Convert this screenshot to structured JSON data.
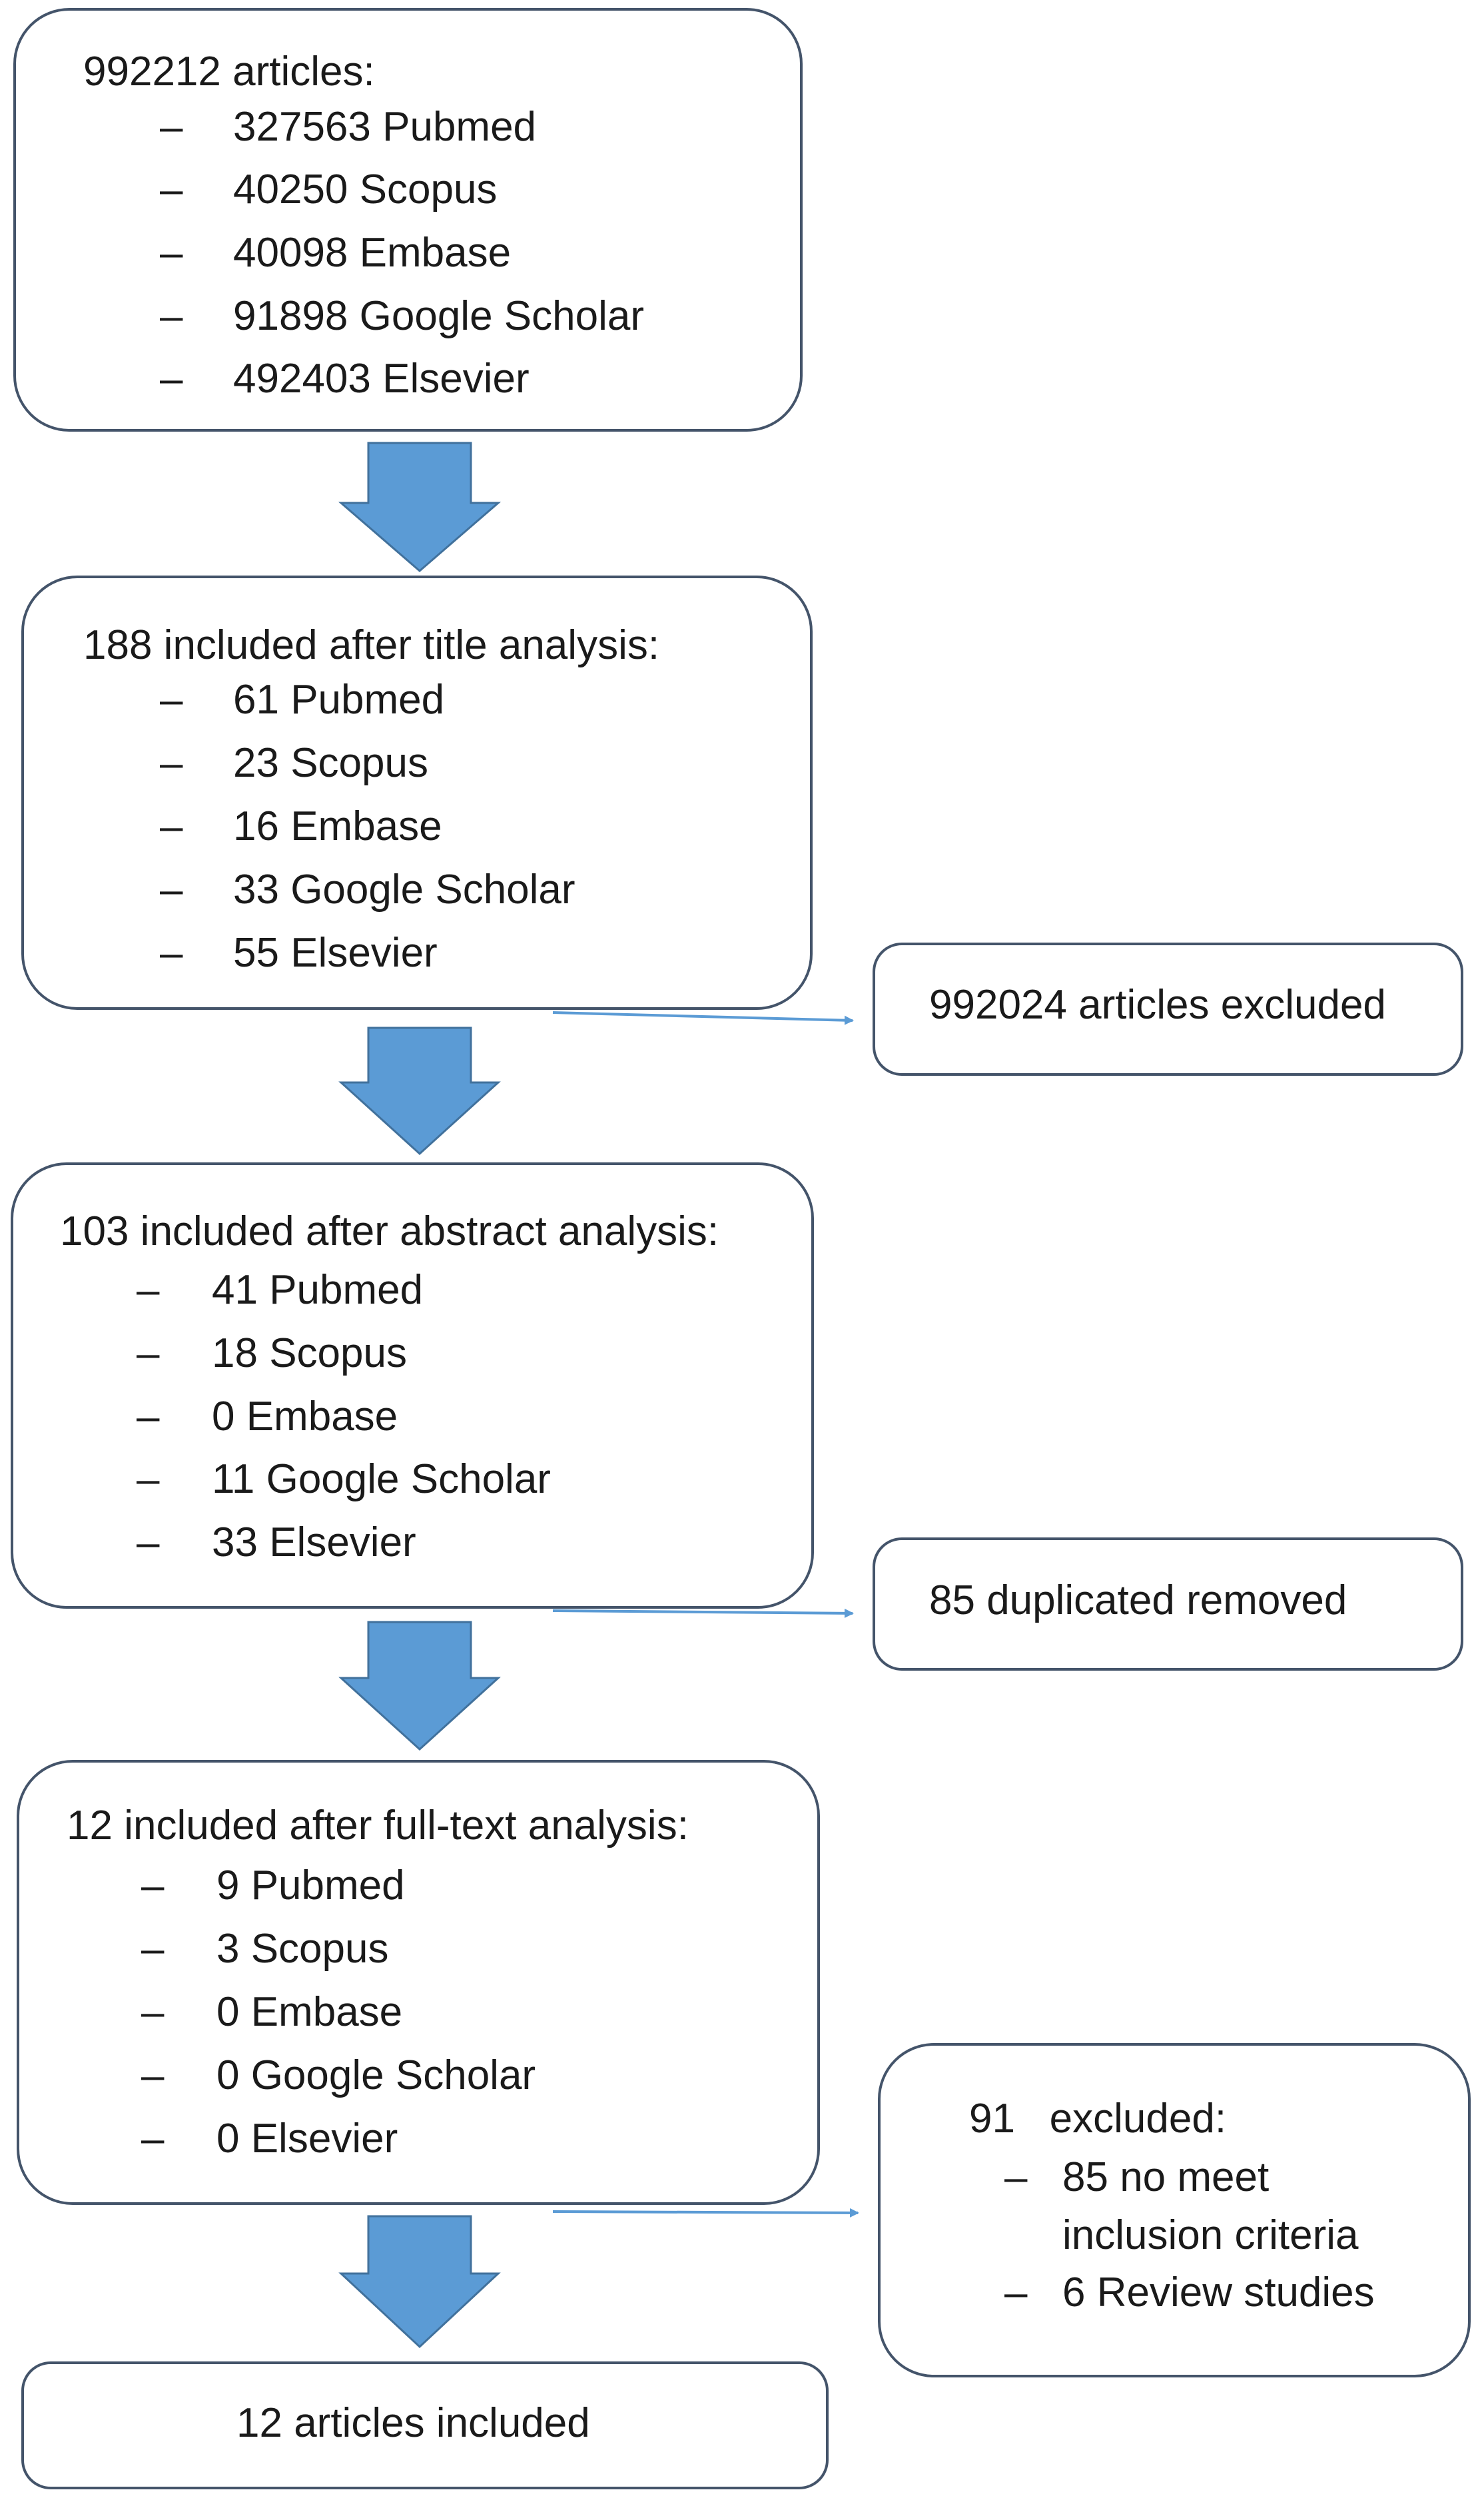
{
  "flow": {
    "stage1": {
      "heading": "992212 articles:",
      "items": [
        "327563 Pubmed",
        "40250 Scopus",
        "40098 Embase",
        "91898 Google Scholar",
        "492403 Elsevier"
      ]
    },
    "stage2": {
      "heading": "188 included after title analysis:",
      "items": [
        "61 Pubmed",
        "23 Scopus",
        "16 Embase",
        "33 Google Scholar",
        "55 Elsevier"
      ]
    },
    "stage3": {
      "heading": "103 included after abstract analysis:",
      "items": [
        "41 Pubmed",
        "18 Scopus",
        "0 Embase",
        "11 Google Scholar",
        "33 Elsevier"
      ]
    },
    "stage4": {
      "heading": "12 included after full-text analysis:",
      "items": [
        "9 Pubmed",
        "3 Scopus",
        "0 Embase",
        "0 Google Scholar",
        "0 Elsevier"
      ]
    },
    "final": "12 articles included"
  },
  "side": {
    "excluded_title": "992024 articles excluded",
    "duplicates": "85 duplicated removed",
    "fulltext_excluded": {
      "heading": "91   excluded:",
      "item1_line1": "85 no meet",
      "item1_line2": "inclusion criteria",
      "item2": "6 Review studies"
    }
  },
  "bullet": "–",
  "colors": {
    "arrow": "#5b9bd5",
    "border": "#44546a",
    "connector": "#5b9bd5"
  }
}
